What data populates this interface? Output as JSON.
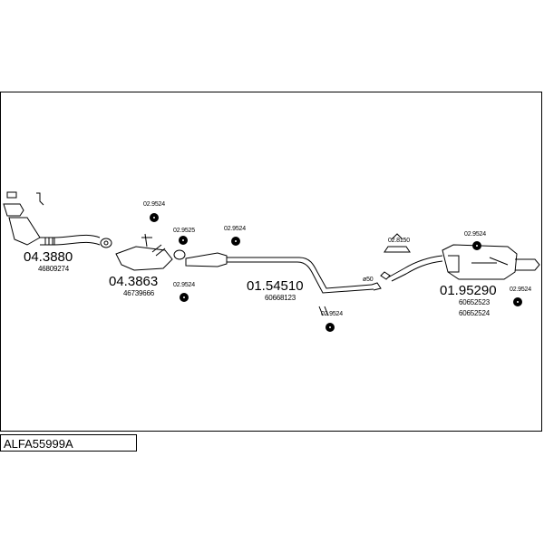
{
  "diagram": {
    "model_code": "ALFA55999A",
    "parts": [
      {
        "id": "p1",
        "part_no": "04.3880",
        "oem_no": "46809274"
      },
      {
        "id": "p2",
        "part_no": "04.3863",
        "oem_no": "46739666"
      },
      {
        "id": "p3",
        "part_no": "01.54510",
        "oem_no": "60668123"
      },
      {
        "id": "p4",
        "part_no": "01.95290",
        "oem_no": [
          "60652523",
          "60652524"
        ]
      }
    ],
    "fittings": [
      {
        "id": "f1",
        "code": "02.9524"
      },
      {
        "id": "f2",
        "code": "02.9525"
      },
      {
        "id": "f3",
        "code": "02.9524"
      },
      {
        "id": "f4",
        "code": "02.9524"
      },
      {
        "id": "f5",
        "code": "02.9524"
      },
      {
        "id": "f6",
        "code": "02.8150"
      },
      {
        "id": "f7",
        "code": "02.9524"
      },
      {
        "id": "f8",
        "code": "02.9524"
      }
    ],
    "pipe_note": "ø50"
  }
}
